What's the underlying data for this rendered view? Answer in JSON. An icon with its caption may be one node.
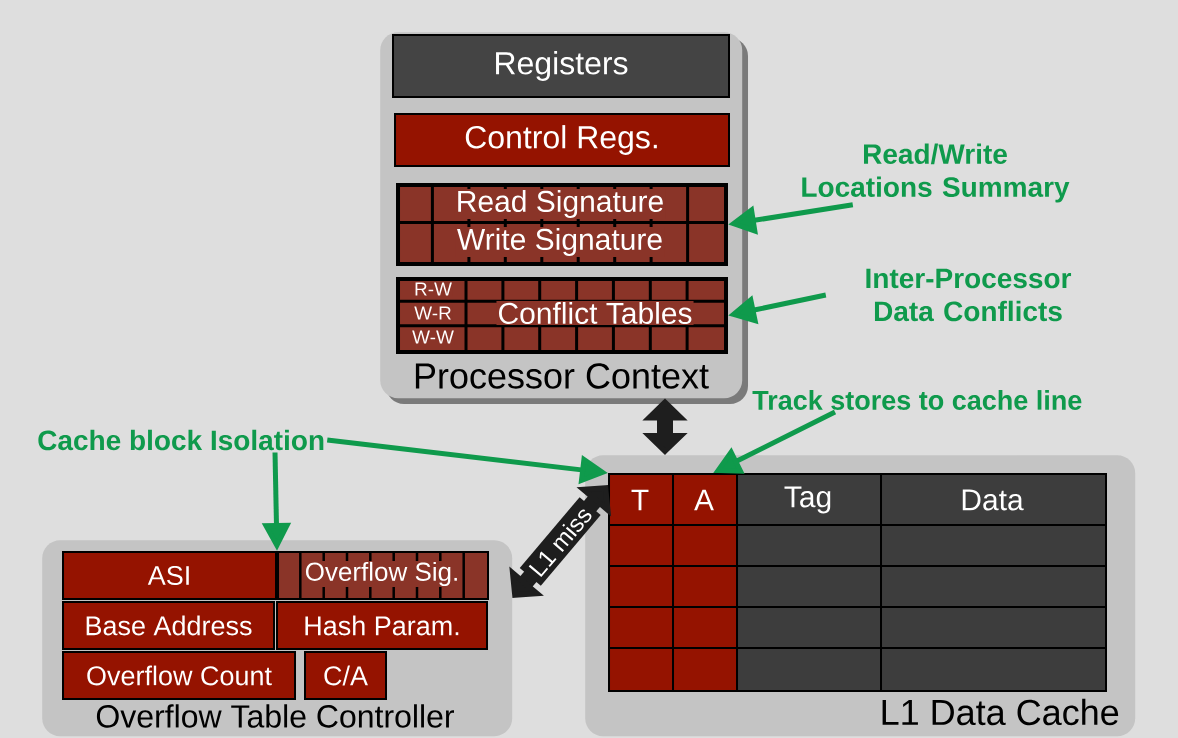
{
  "diagram": {
    "nodes": [
      {
        "text": [
          "Processor Context"
        ]
      },
      {
        "text": [
          "Registers"
        ],
        "in": 0
      },
      {
        "text": [
          "Control Regs."
        ],
        "in": 0
      },
      {
        "text": [
          "Read Signature",
          "Write Signature"
        ],
        "in": 0
      },
      {
        "text": [
          "R-W",
          "W-R",
          "W-W",
          "Conflict Tables"
        ],
        "in": 0
      },
      {
        "text": [
          "L1 Data Cache"
        ]
      },
      {
        "text": [
          "T"
        ],
        "in": 5
      },
      {
        "text": [
          "A"
        ],
        "in": 5
      },
      {
        "text": [
          "Tag"
        ],
        "in": 5
      },
      {
        "text": [
          "Data"
        ],
        "in": 5
      },
      {
        "text": [
          "Overflow Table Controller"
        ]
      },
      {
        "text": [
          "ASI"
        ],
        "in": 10
      },
      {
        "text": [
          "Overflow Sig."
        ],
        "in": 10
      },
      {
        "text": [
          "Base Address"
        ],
        "in": 10
      },
      {
        "text": [
          "Hash Param."
        ],
        "in": 10
      },
      {
        "text": [
          "Overflow Count"
        ],
        "in": 10
      },
      {
        "text": [
          "C/A"
        ],
        "in": 10
      },
      {
        "text": [
          "Read/Write Locations Summary"
        ]
      },
      {
        "text": [
          "Inter-Processor Data Conflicts"
        ]
      },
      {
        "text": [
          "Track stores to cache line"
        ]
      },
      {
        "text": [
          "Cache block Isolation"
        ]
      }
    ],
    "edges": [
      {
        "from": 17,
        "to": 3,
        "arrow": "to"
      },
      {
        "from": 18,
        "to": 4,
        "arrow": "to"
      },
      {
        "from": 19,
        "to": 7,
        "arrow": "to"
      },
      {
        "from": 20,
        "to": 6,
        "arrow": "to"
      },
      {
        "from": 20,
        "to": 11,
        "arrow": "to"
      },
      {
        "from": 0,
        "to": 5,
        "arrow": "both",
        "style": "thick",
        "color": "#1e1e1e"
      },
      {
        "from": 10,
        "to": 6,
        "arrow": "both",
        "style": "thick",
        "color": "#1e1e1e",
        "label": "L1 miss"
      }
    ]
  }
}
